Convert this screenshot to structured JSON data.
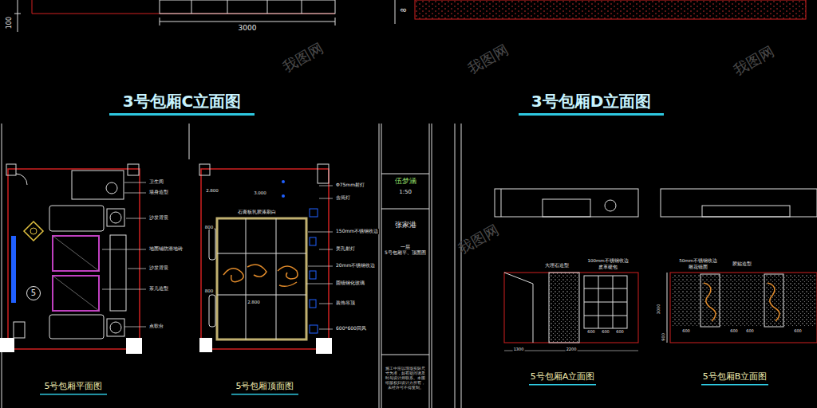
{
  "diagram": {
    "nodes": [
      {
        "text": [
          "5"
        ]
      },
      {
        "text": [
          "伍梦涵"
        ]
      },
      {
        "text": [
          "1:50"
        ]
      },
      {
        "text": [
          "张家港"
        ]
      },
      {
        "text": [
          "一层",
          "5号包厢平、顶面图"
        ]
      },
      {
        "text": [
          "施工中应以现场实际尺寸为准，如有疑问请及时与设计师联系。本图纸版权归设计方所有，未经许可不得复制。"
        ]
      }
    ],
    "labels": [
      "3000",
      "100",
      "8",
      "3号包厢C立面图",
      "3号包厢D立面图",
      "卫生间",
      "墙身造型",
      "沙发背景",
      "地面铺防滑地砖",
      "沙发背景",
      "茶几造型",
      "点歌台",
      "石膏板乳胶漆刷白",
      "2.800",
      "3.000",
      "800",
      "800",
      "2.800",
      "Φ75mm射灯",
      "去筒灯",
      "150mm不锈钢收边",
      "美孔射灯",
      "20mm不锈钢收边",
      "圆镜钢化玻璃",
      "装饰吊顶",
      "600*600回风",
      "5号包厢平面图",
      "5号包厢顶面图",
      "大理石造型",
      "100mm不锈钢收边",
      "皮革硬包",
      "600",
      "600",
      "600",
      "1300",
      "2200",
      "5号包厢A立面图",
      "50mm不锈钢收边",
      "雕花镜面",
      "胶贴造型",
      "3000",
      "900",
      "600",
      "600",
      "600",
      "600",
      "5号包厢B立面图",
      "我图网",
      "我图网",
      "我图网",
      "我图网"
    ]
  }
}
